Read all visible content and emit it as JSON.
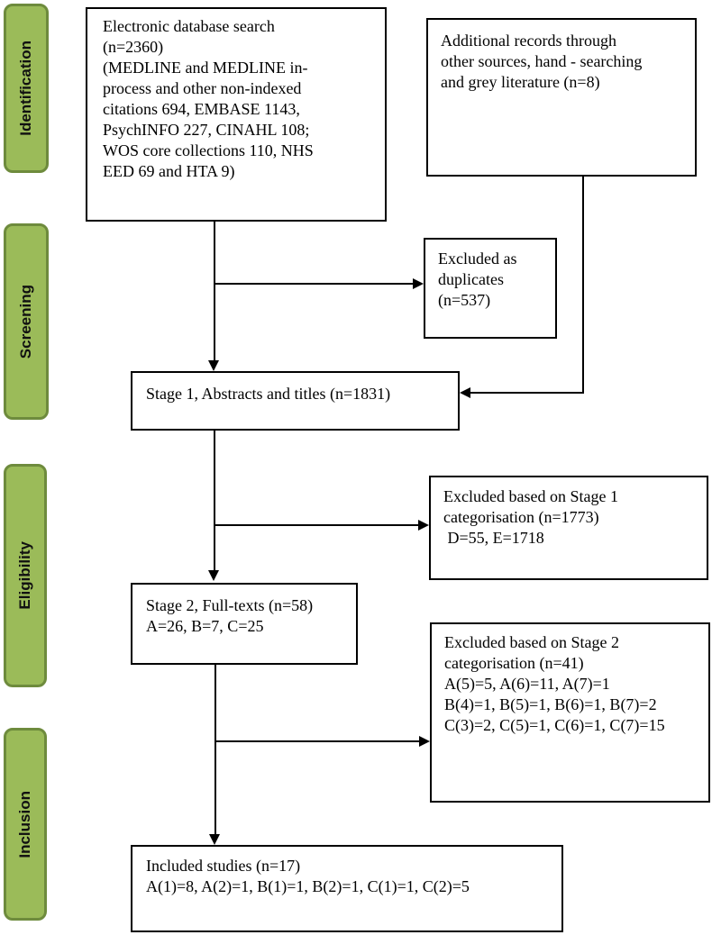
{
  "figure": {
    "type": "prisma-flow-diagram",
    "background_color": "#ffffff",
    "line_color": "#000000"
  },
  "sidebar": {
    "fill_color": "#9bbb59",
    "border_color": "#6e8b3d",
    "stages": [
      {
        "label": "Identification"
      },
      {
        "label": "Screening"
      },
      {
        "label": "Eligibility"
      },
      {
        "label": "Inclusion"
      }
    ]
  },
  "boxes": {
    "database_search": {
      "lines": [
        "Electronic database search",
        "(n=2360)",
        "(MEDLINE and MEDLINE in-",
        "process and other non-indexed",
        "citations 694, EMBASE 1143,",
        "PsychINFO 227, CINAHL 108;",
        "WOS core collections 110, NHS",
        "EED 69 and HTA 9)"
      ]
    },
    "additional_records": {
      "lines": [
        "Additional records through",
        "other sources, hand - searching",
        "and grey literature (n=8)"
      ]
    },
    "excluded_duplicates": {
      "lines": [
        "Excluded as",
        "duplicates",
        "(n=537)"
      ]
    },
    "stage1": {
      "lines": [
        "Stage 1, Abstracts and titles (n=1831)"
      ]
    },
    "excluded_stage1": {
      "lines": [
        "Excluded based on Stage 1",
        "categorisation (n=1773)",
        " D=55, E=1718"
      ]
    },
    "stage2": {
      "lines": [
        "Stage 2, Full-texts (n=58)",
        "A=26, B=7, C=25"
      ]
    },
    "excluded_stage2": {
      "lines": [
        "Excluded based on Stage 2",
        "categorisation (n=41)",
        "A(5)=5, A(6)=11, A(7)=1",
        "B(4)=1, B(5)=1, B(6)=1, B(7)=2",
        "C(3)=2, C(5)=1, C(6)=1, C(7)=15"
      ]
    },
    "included_studies": {
      "lines": [
        "Included studies (n=17)",
        "A(1)=8, A(2)=1, B(1)=1, B(2)=1, C(1)=1, C(2)=5"
      ]
    }
  }
}
